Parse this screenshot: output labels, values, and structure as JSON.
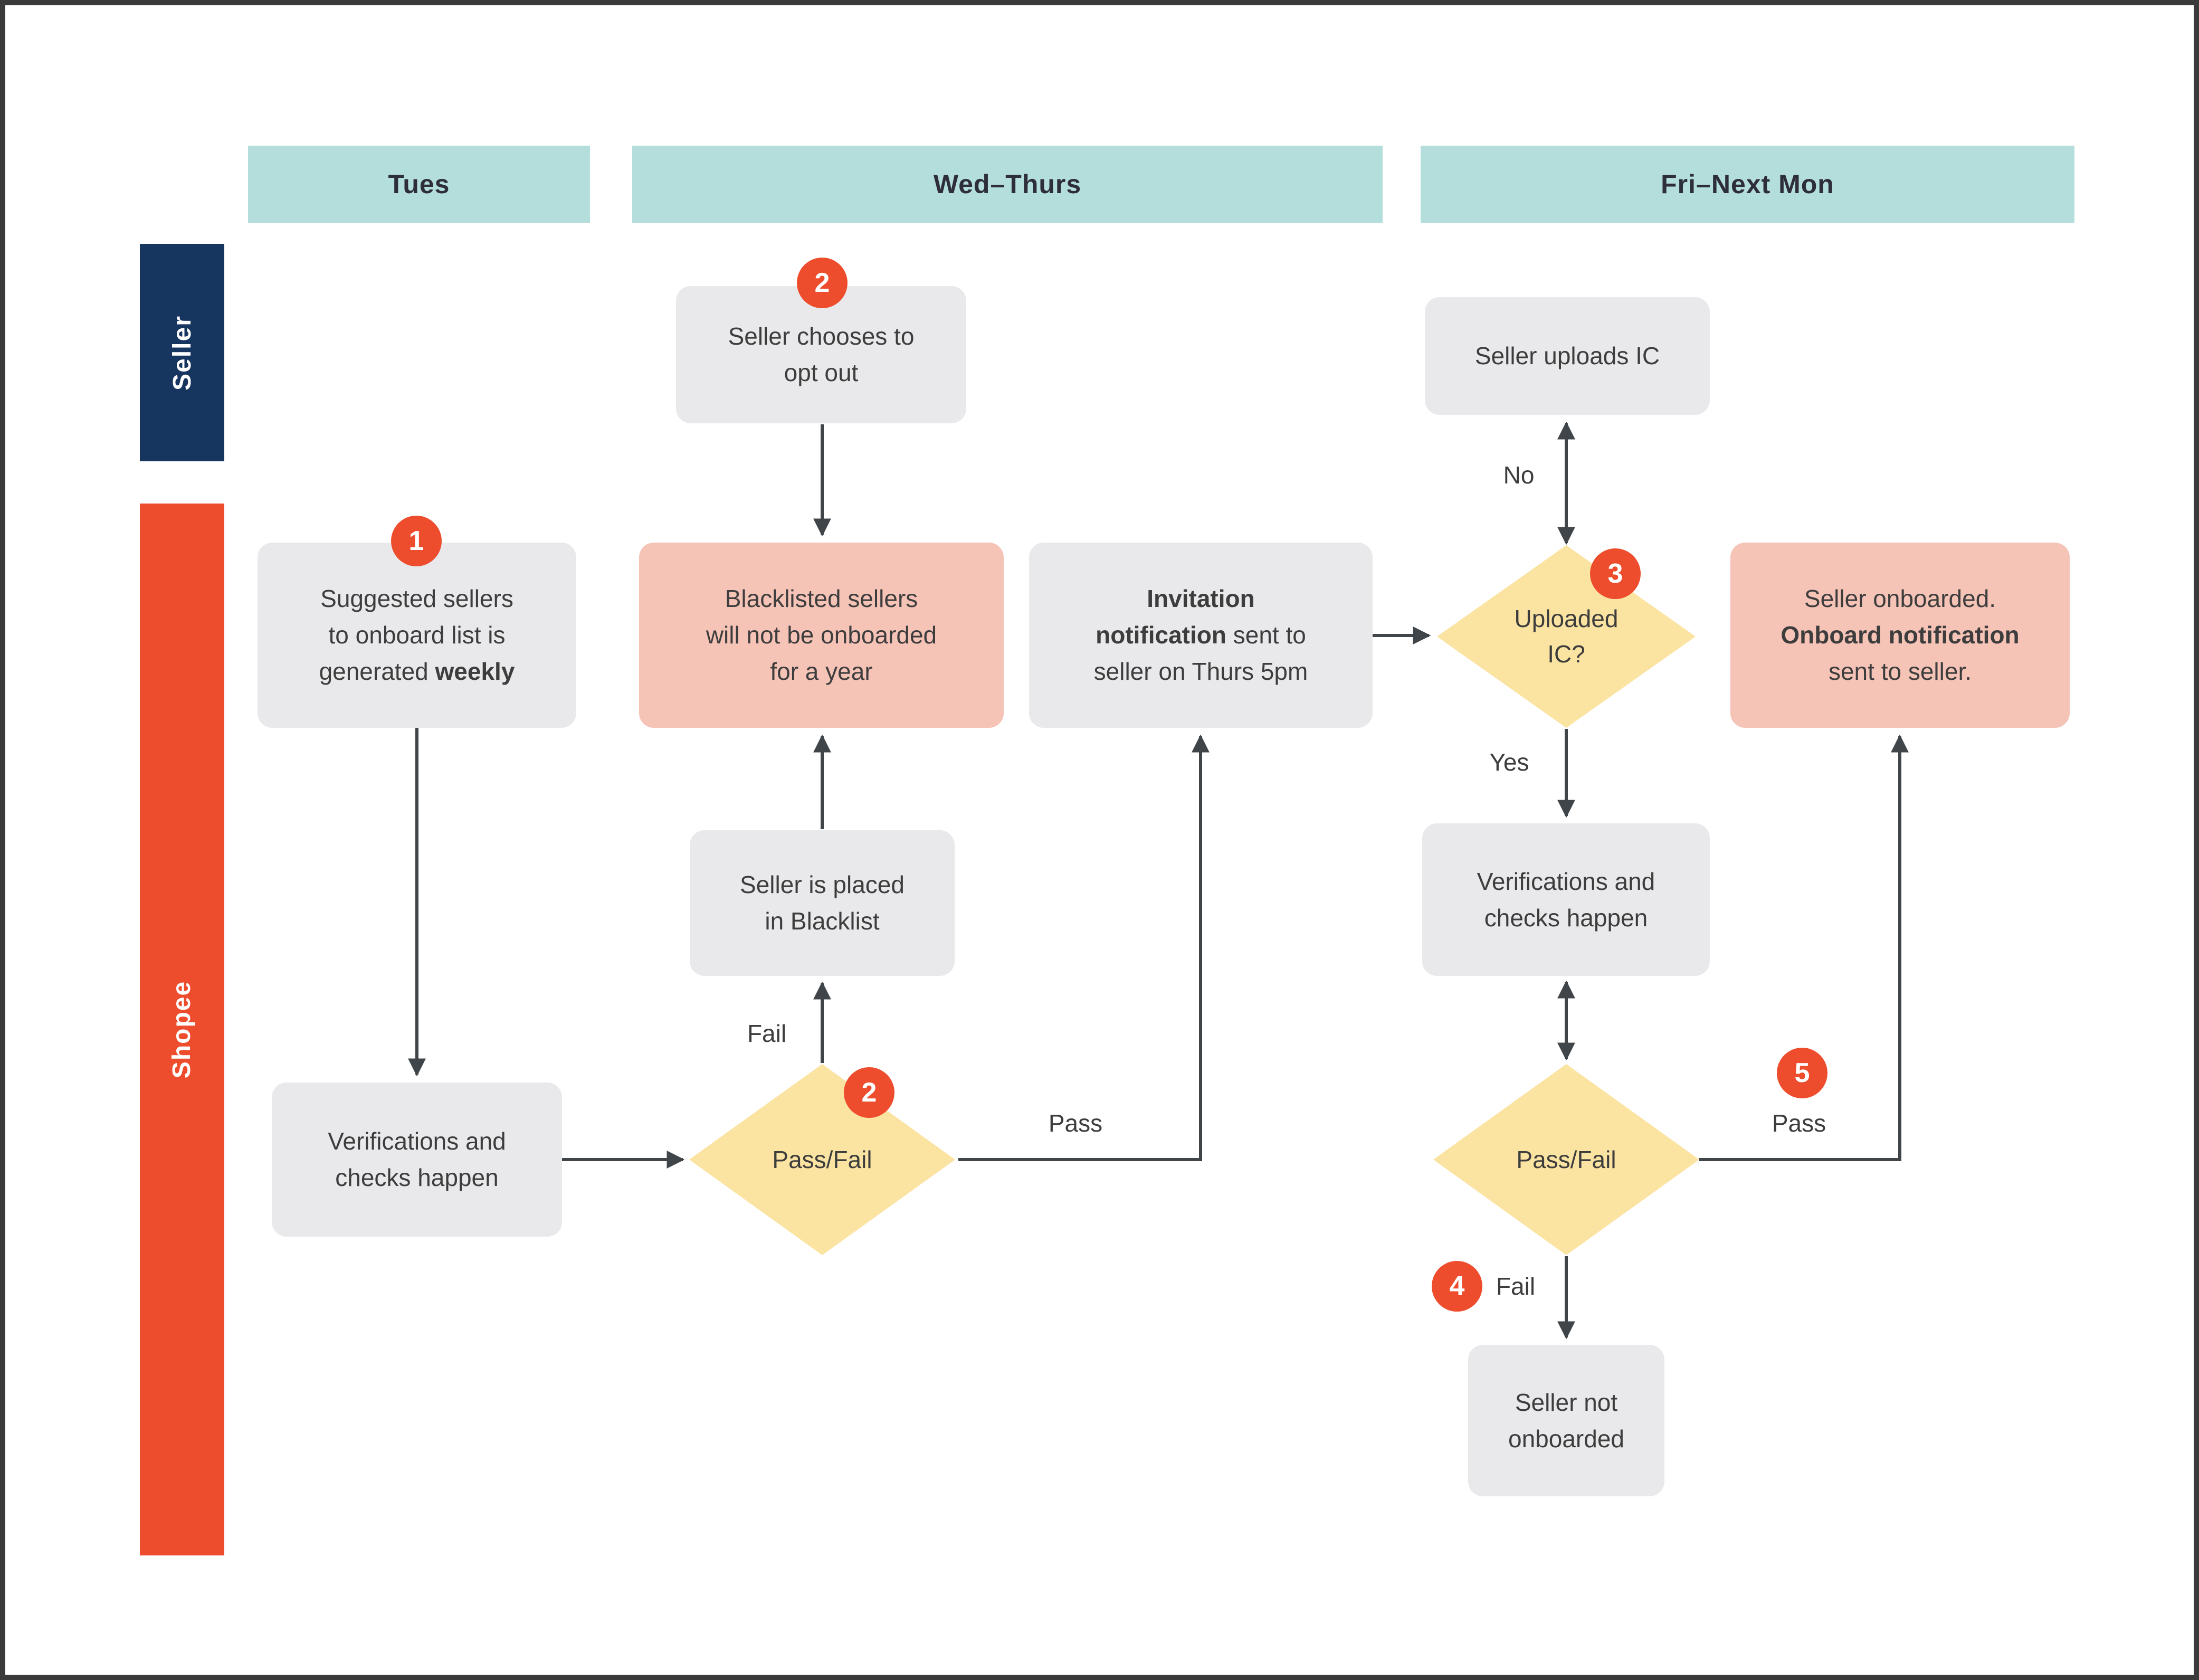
{
  "columns": [
    {
      "label": "Tues"
    },
    {
      "label": "Wed–Thurs"
    },
    {
      "label": "Fri–Next Mon"
    }
  ],
  "lanes": [
    {
      "label": "Seller"
    },
    {
      "label": "Shopee"
    }
  ],
  "nodes": {
    "seller_opt_out": {
      "start": "Seller chooses to\nopt out",
      "badge": "2"
    },
    "seller_uploads_ic": {
      "start": "Seller uploads IC"
    },
    "suggested_sellers": {
      "start": "Suggested sellers\nto onboard list is\ngenerated ",
      "bold": "weekly",
      "badge": "1"
    },
    "blacklisted": {
      "start": "Blacklisted sellers\nwill not be onboarded\nfor a year"
    },
    "invitation": {
      "bold": "Invitation\nnotification",
      "end": " sent to\nseller on Thurs 5pm"
    },
    "uploaded_ic": {
      "start": "Uploaded\nIC?",
      "badge": "3"
    },
    "onboarded": {
      "start": "Seller onboarded.\n",
      "bold": "Onboard notification",
      "end": "\nsent to seller."
    },
    "blacklist_placed": {
      "start": "Seller is placed\nin Blacklist"
    },
    "verifications_left": {
      "start": "Verifications and\nchecks happen"
    },
    "passfail_left": {
      "start": "Pass/Fail",
      "badge": "2"
    },
    "verifications_right": {
      "start": "Verifications and\nchecks happen"
    },
    "passfail_right": {
      "start": "Pass/Fail"
    },
    "not_onboarded": {
      "start": "Seller not\nonboarded"
    }
  },
  "edges": {
    "no": "No",
    "yes": "Yes",
    "fail_left": "Fail",
    "pass_left": "Pass",
    "pass_right": "Pass",
    "fail_right": "Fail",
    "badge_pass_right": "5",
    "badge_fail_right": "4"
  },
  "colors": {
    "header-bg": "#b3dedb",
    "header-text": "#2e2e38",
    "lane-seller-bg": "#16355f",
    "lane-shopee-bg": "#ee4d2d",
    "lane-text": "#ffffff",
    "node-gray": "#e9e9eb",
    "node-pink": "#f6c3b7",
    "node-yellow": "#fbe3a2",
    "badge-bg": "#ee4d2d",
    "badge-text": "#ffffff",
    "arrow": "#40454a",
    "text": "#3d3d3d",
    "frame": "#3a3a3a"
  }
}
